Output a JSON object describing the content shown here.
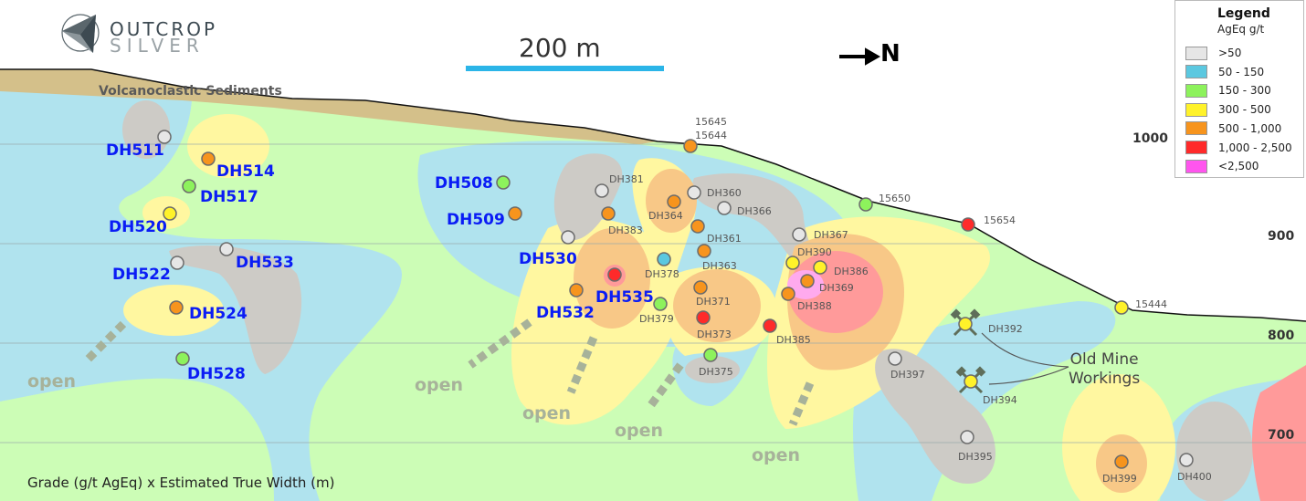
{
  "logo": {
    "line1": "OUTCROP",
    "line2": "SILVER"
  },
  "scale_bar": {
    "label": "200 m",
    "color": "#2bb5e8"
  },
  "north_arrow": {
    "label": "N"
  },
  "unit_label": "Volcanoclastic Sediments",
  "footer": "Grade (g/t AgEq) x Estimated True Width (m)",
  "old_mine_workings": {
    "line1": "Old Mine",
    "line2": "Workings"
  },
  "open_label": "open",
  "elevations": [
    "1000",
    "900",
    "800",
    "700"
  ],
  "legend": {
    "title": "Legend",
    "subtitle": "AgEq g/t",
    "items": [
      {
        "label": ">50",
        "key": "grey",
        "color": "#e6e6e6"
      },
      {
        "label": "50 - 150",
        "key": "blue",
        "color": "#5bc8e0"
      },
      {
        "label": "150 - 300",
        "key": "green",
        "color": "#8df25c"
      },
      {
        "label": "300 - 500",
        "key": "yellow",
        "color": "#fff22a"
      },
      {
        "label": "500 - 1,000",
        "key": "orange",
        "color": "#f7941d"
      },
      {
        "label": "1,000 - 2,500",
        "key": "red",
        "color": "#ff2a2a"
      },
      {
        "label": "<2,500",
        "key": "pink",
        "color": "#ff55ee"
      }
    ]
  },
  "drillholes": [
    {
      "id": "DH511",
      "grade": "grey",
      "style": "big"
    },
    {
      "id": "DH514",
      "grade": "orange",
      "style": "big"
    },
    {
      "id": "DH517",
      "grade": "green",
      "style": "big"
    },
    {
      "id": "DH520",
      "grade": "yellow",
      "style": "big"
    },
    {
      "id": "DH522",
      "grade": "grey",
      "style": "big"
    },
    {
      "id": "DH533",
      "grade": "grey",
      "style": "big"
    },
    {
      "id": "DH524",
      "grade": "orange",
      "style": "big"
    },
    {
      "id": "DH528",
      "grade": "green",
      "style": "big"
    },
    {
      "id": "DH508",
      "grade": "green",
      "style": "big"
    },
    {
      "id": "DH509",
      "grade": "orange",
      "style": "big"
    },
    {
      "id": "DH530",
      "grade": "grey",
      "style": "big"
    },
    {
      "id": "DH535",
      "grade": "red",
      "style": "big"
    },
    {
      "id": "DH532",
      "grade": "orange",
      "style": "big"
    },
    {
      "id": "DH381",
      "grade": "grey",
      "style": "small"
    },
    {
      "id": "DH383",
      "grade": "orange",
      "style": "small"
    },
    {
      "id": "DH364",
      "grade": "orange",
      "style": "small"
    },
    {
      "id": "DH360",
      "grade": "grey",
      "style": "small"
    },
    {
      "id": "DH366",
      "grade": "grey",
      "style": "small"
    },
    {
      "id": "DH361",
      "grade": "orange",
      "style": "small"
    },
    {
      "id": "DH367",
      "grade": "grey",
      "style": "small"
    },
    {
      "id": "DH378",
      "grade": "blue",
      "style": "small"
    },
    {
      "id": "DH363",
      "grade": "orange",
      "style": "small"
    },
    {
      "id": "DH390",
      "grade": "yellow",
      "style": "small"
    },
    {
      "id": "DH386",
      "grade": "yellow",
      "style": "small"
    },
    {
      "id": "DH369",
      "grade": "orange",
      "style": "small"
    },
    {
      "id": "DH388",
      "grade": "orange",
      "style": "small"
    },
    {
      "id": "DH371",
      "grade": "orange",
      "style": "small"
    },
    {
      "id": "DH379",
      "grade": "green",
      "style": "small"
    },
    {
      "id": "DH373",
      "grade": "red",
      "style": "small"
    },
    {
      "id": "DH385",
      "grade": "red",
      "style": "small"
    },
    {
      "id": "DH375",
      "grade": "green",
      "style": "small"
    },
    {
      "id": "DH392",
      "grade": "yellow",
      "style": "small"
    },
    {
      "id": "DH394",
      "grade": "yellow",
      "style": "small"
    },
    {
      "id": "DH397",
      "grade": "grey",
      "style": "small"
    },
    {
      "id": "DH395",
      "grade": "grey",
      "style": "small"
    },
    {
      "id": "DH399",
      "grade": "orange",
      "style": "small"
    },
    {
      "id": "DH400",
      "grade": "grey",
      "style": "small"
    }
  ],
  "surface_samples": [
    {
      "id": "15645",
      "grade": "orange",
      "second_label": "15644"
    },
    {
      "id": "15650",
      "grade": "green"
    },
    {
      "id": "15654",
      "grade": "red"
    },
    {
      "id": "15444",
      "grade": "yellow"
    }
  ]
}
